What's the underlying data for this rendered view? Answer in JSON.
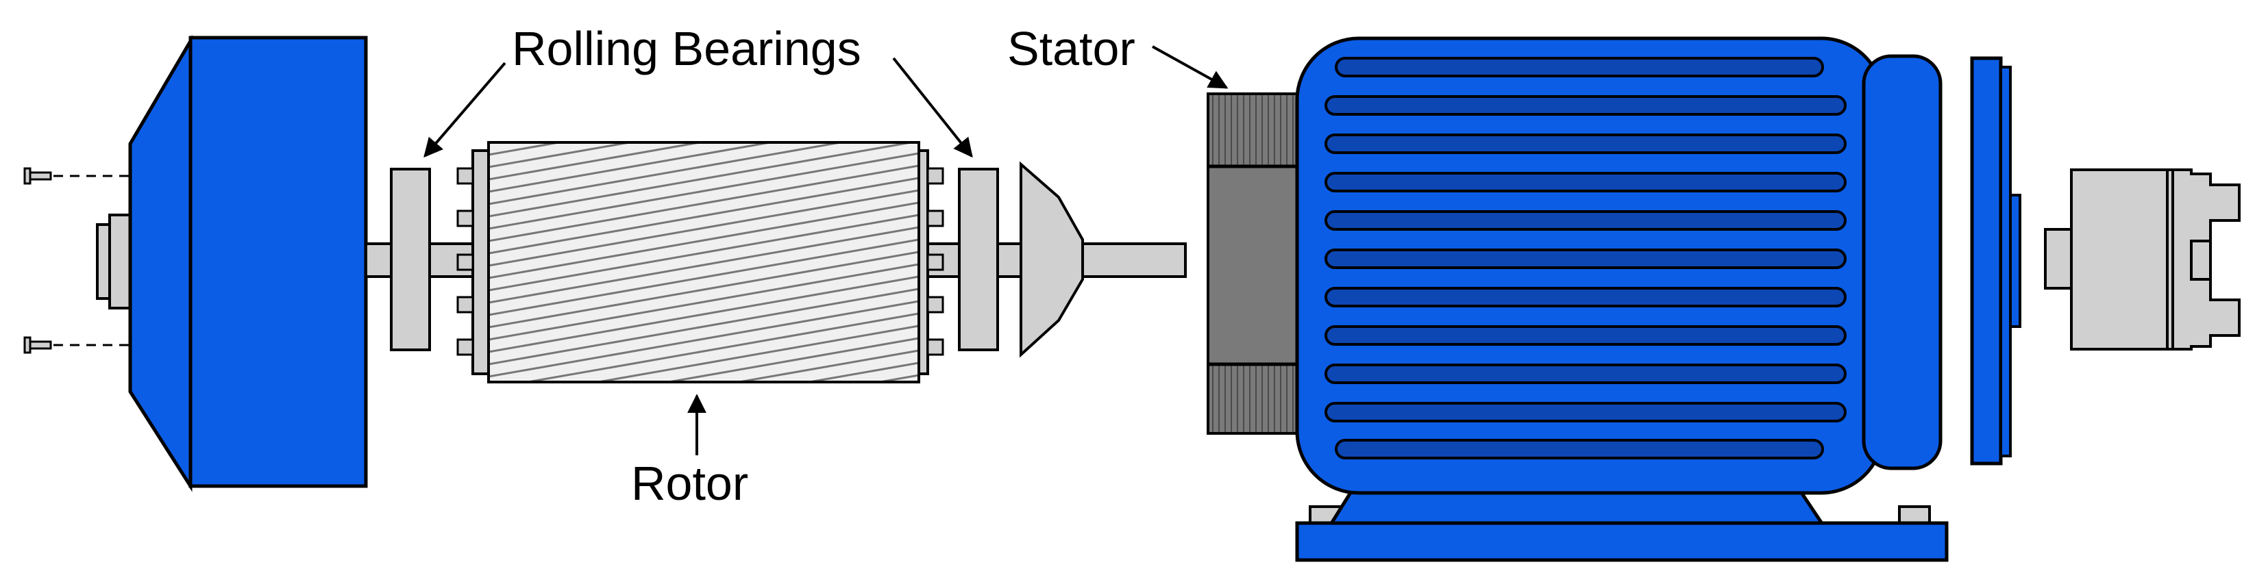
{
  "labels": {
    "rolling_bearings": "Rolling Bearings",
    "rotor": "Rotor",
    "stator": "Stator"
  },
  "colors": {
    "housing_blue": "#0B5DE6",
    "fin_blue": "#0D47B4",
    "metal_gray": "#D0D0D0",
    "stator_core_gray": "#7A7A7A",
    "outline": "#000000",
    "background": "#FFFFFF"
  }
}
